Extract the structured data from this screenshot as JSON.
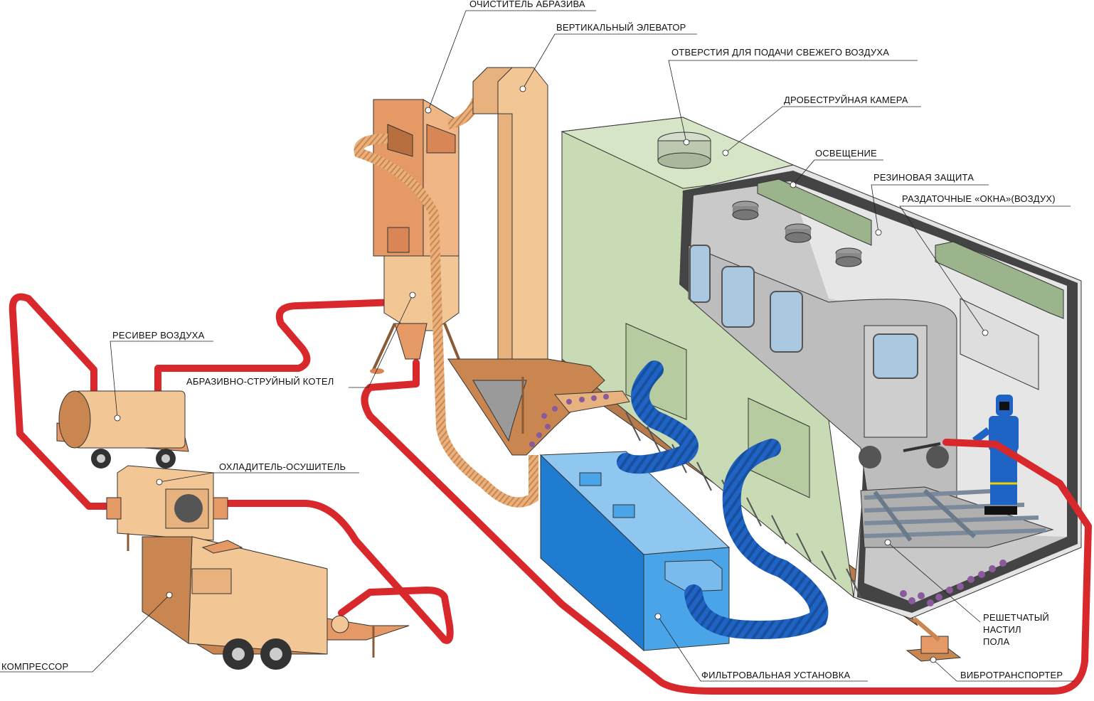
{
  "labels": {
    "abrasive_cleaner": "ОЧИСТИТЕЛЬ АБРАЗИВА",
    "vertical_elevator": "ВЕРТИКАЛЬНЫЙ ЭЛЕВАТОР",
    "fresh_air_openings": "ОТВЕРСТИЯ ДЛЯ ПОДАЧИ СВЕЖЕГО ВОЗДУХА",
    "blast_chamber": "ДРОБЕСТРУЙНАЯ КАМЕРА",
    "lighting": "ОСВЕЩЕНИЕ",
    "rubber_protection": "РЕЗИНОВАЯ ЗАЩИТА",
    "distribution_windows": "РАЗДАТОЧНЫЕ «ОКНА»(ВОЗДУХ)",
    "air_receiver": "РЕСИВЕР ВОЗДУХА",
    "blast_pot": "АБРАЗИВНО-СТРУЙНЫЙ КОТЕЛ",
    "cooler_dryer": "ОХЛАДИТЕЛЬ-ОСУШИТЕЛЬ",
    "compressor": "КОМПРЕССОР",
    "filter_unit": "ФИЛЬТРОВАЛЬНАЯ УСТАНОВКА",
    "vibro_conveyor": "ВИБРОТРАНСПОРТЕР",
    "grating_floor_lines": [
      "РЕШЕТЧАТЫЙ",
      "НАСТИЛ",
      "ПОЛА"
    ]
  },
  "colors": {
    "air_hose": "#d8282c",
    "abrasive_hose": "#e3a36f",
    "duct": "#1f64c4",
    "filter_unit": "#4a9fe0",
    "chamber_exterior": "#c8dbb5",
    "chamber_interior": "#c9c9c9",
    "equipment_light": "#f3c795",
    "equipment_dark": "#e59a66"
  }
}
